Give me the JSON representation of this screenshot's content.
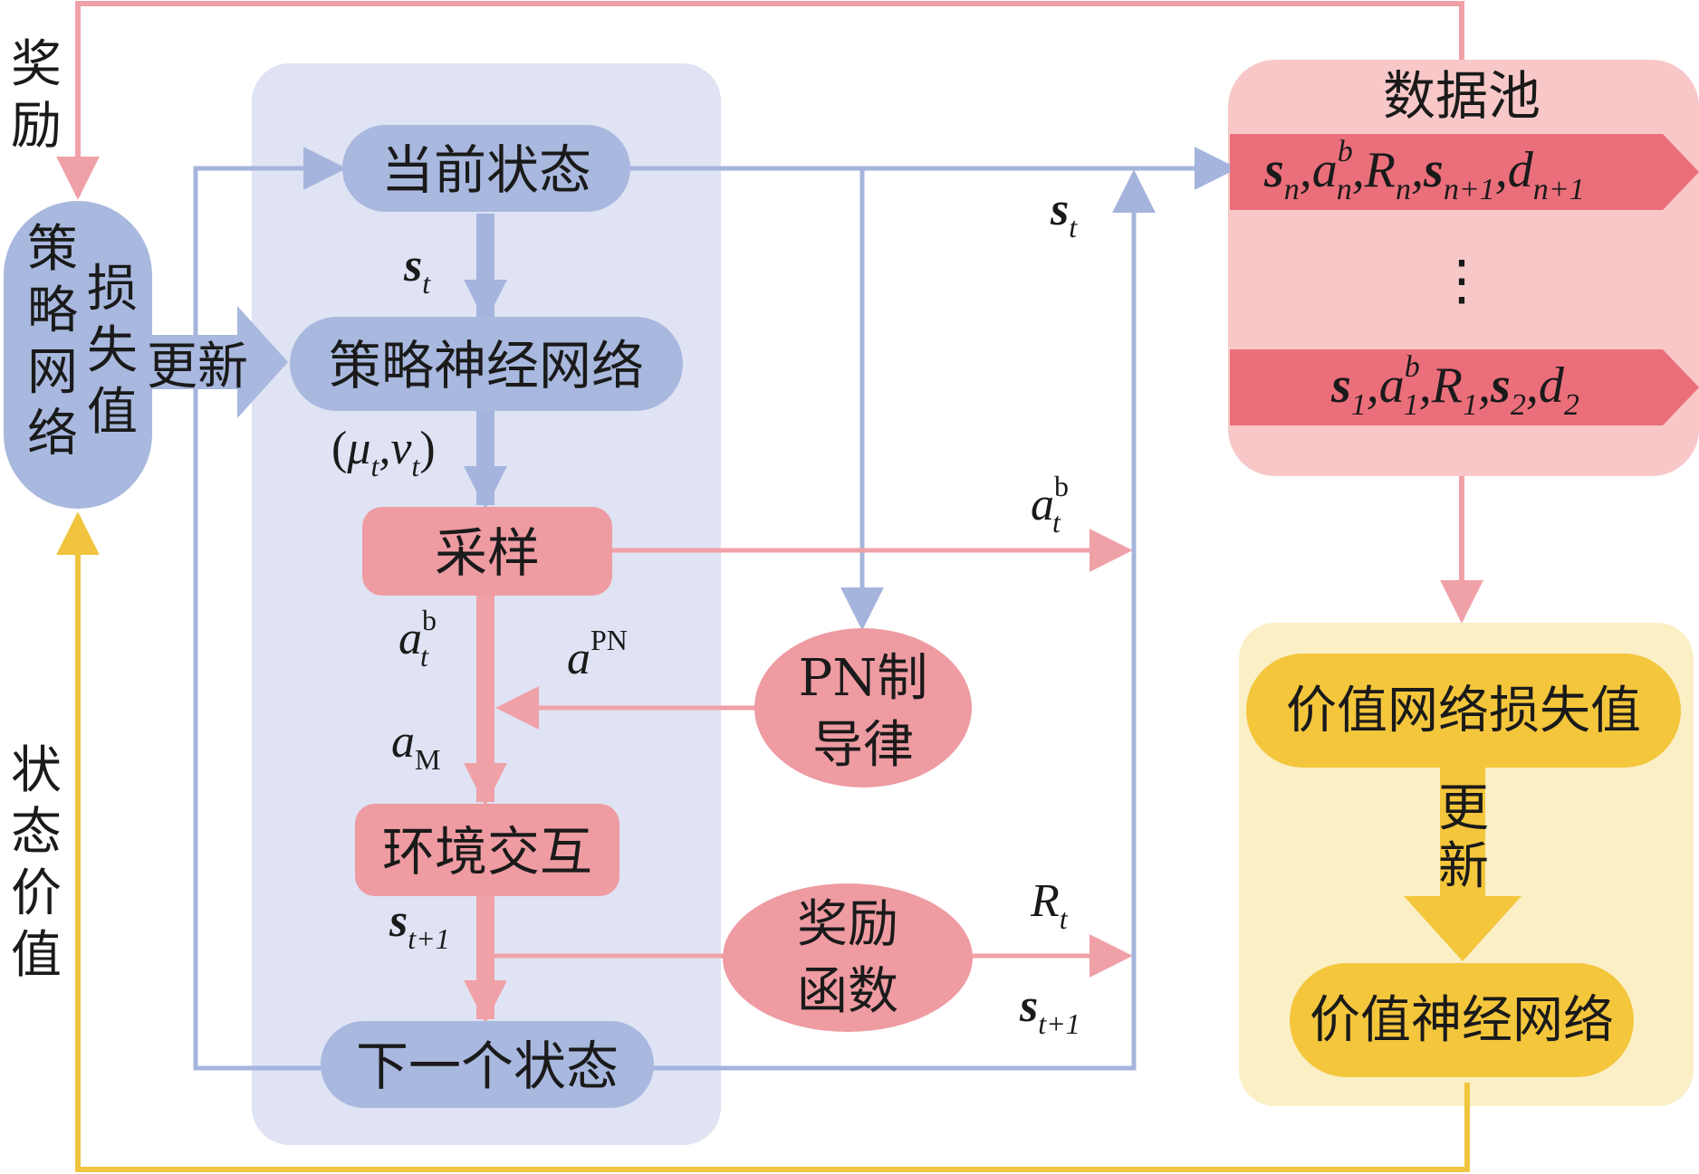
{
  "colors": {
    "blue_panel": "#dfe3f4",
    "blue_node": "#a8b8de",
    "blue_line": "#a4b4dc",
    "pink_panel": "#f8c8c8",
    "pink_node": "#ee9ba2",
    "pink_line": "#f0a1a8",
    "red_band": "#ea6f7b",
    "yellow_panel": "#fbefc6",
    "yellow_node": "#f4c63c",
    "yellow_line": "#f0c43e"
  },
  "nodes": {
    "current_state": "当前状态",
    "policy_net": "策略神经网络",
    "sampling": "采样",
    "env_interaction": "环境交互",
    "next_state": "下一个状态",
    "pn_guidance_l1": "PN制",
    "pn_guidance_l2": "导律",
    "reward_func_l1": "奖励",
    "reward_func_l2": "函数",
    "policy_loss": [
      "策",
      "略",
      "网",
      "络",
      "损",
      "失",
      "值"
    ],
    "value_loss": "价值网络损失值",
    "value_net": "价值神经网络",
    "data_pool": "数据池"
  },
  "labels": {
    "reward": [
      "奖",
      "励"
    ],
    "state_value": [
      "状",
      "态",
      "价",
      "值"
    ],
    "update_h": "更新",
    "update_v": [
      "更",
      "新"
    ],
    "ellipsis": "⋮"
  },
  "math": {
    "s": "s",
    "a": "a",
    "R": "R",
    "d": "d",
    "t": "t",
    "t1": "t+1",
    "n": "n",
    "n1": "n+1",
    "one": "1",
    "two": "2",
    "b": "b",
    "bi": "b",
    "PN": "PN",
    "M": "M",
    "comma": ",",
    "lpar": "(",
    "rpar": ")",
    "mu": "μ",
    "nu": "v"
  }
}
